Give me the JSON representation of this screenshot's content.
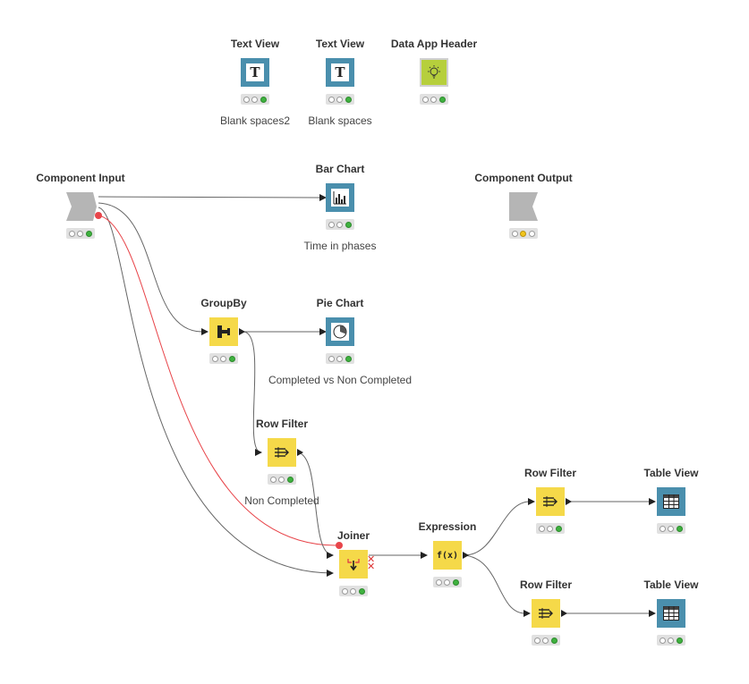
{
  "nodes": {
    "text_view_2": {
      "title": "Text View",
      "label": "Blank spaces2",
      "icon": "text-t-icon",
      "icon_char": "T",
      "status": "green"
    },
    "text_view_1": {
      "title": "Text View",
      "label": "Blank spaces",
      "icon": "text-t-icon",
      "icon_char": "T",
      "status": "green"
    },
    "data_app_header": {
      "title": "Data App Header",
      "label": "",
      "icon": "lightbulb-icon",
      "status": "green"
    },
    "component_input": {
      "title": "Component Input",
      "label": "",
      "icon": "component-input-icon",
      "status": "green"
    },
    "bar_chart": {
      "title": "Bar Chart",
      "label": "Time in phases",
      "icon": "bar-chart-icon",
      "status": "green"
    },
    "component_output": {
      "title": "Component Output",
      "label": "",
      "icon": "component-output-icon",
      "status": "yellow"
    },
    "groupby": {
      "title": "GroupBy",
      "label": "",
      "icon": "groupby-icon",
      "status": "green"
    },
    "pie_chart": {
      "title": "Pie Chart",
      "label": "Completed vs Non Completed",
      "icon": "pie-chart-icon",
      "status": "green"
    },
    "row_filter_1": {
      "title": "Row Filter",
      "label": "Non Completed",
      "icon": "row-filter-icon",
      "status": "green"
    },
    "joiner": {
      "title": "Joiner",
      "label": "",
      "icon": "joiner-icon",
      "status": "green"
    },
    "expression": {
      "title": "Expression",
      "label": "",
      "icon": "expression-icon",
      "icon_char": "f(x)",
      "status": "green"
    },
    "row_filter_2": {
      "title": "Row Filter",
      "label": "",
      "icon": "row-filter-icon",
      "status": "green"
    },
    "row_filter_3": {
      "title": "Row Filter",
      "label": "",
      "icon": "row-filter-icon",
      "status": "green"
    },
    "table_view_1": {
      "title": "Table View",
      "label": "",
      "icon": "table-icon",
      "status": "green"
    },
    "table_view_2": {
      "title": "Table View",
      "label": "",
      "icon": "table-icon",
      "status": "green"
    }
  },
  "colors": {
    "view_node": "#4a8fad",
    "manipulator_node": "#f5d949",
    "header_node": "#b6cf3c",
    "component_node": "#b5b5b5",
    "wire": "#666666",
    "flow_variable_wire": "#e8454a",
    "status_green": "#3fb23f",
    "status_yellow": "#f2c51c"
  }
}
